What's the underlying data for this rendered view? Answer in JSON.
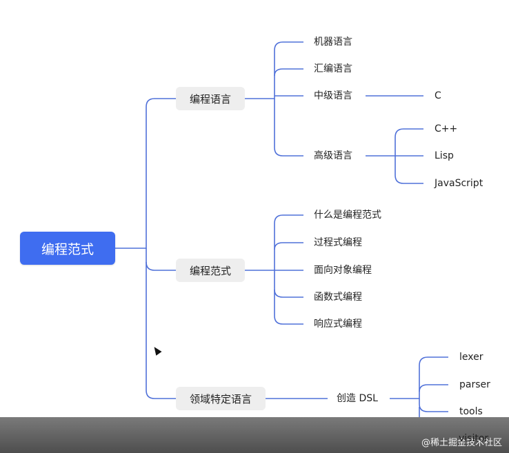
{
  "mindmap": {
    "root": "编程范式",
    "branches": {
      "lang": "编程语言",
      "paradigm": "编程范式",
      "dsl": "领域特定语言"
    },
    "lang_children": {
      "machine": "机器语言",
      "assembly": "汇编语言",
      "mid_level": "中级语言",
      "high_level": "高级语言"
    },
    "mid_level_children": {
      "c": "C"
    },
    "high_level_children": {
      "cpp": "C++",
      "lisp": "Lisp",
      "js": "JavaScript"
    },
    "paradigm_children": {
      "what": "什么是编程范式",
      "procedural": "过程式编程",
      "oop": "面向对象编程",
      "functional": "函数式编程",
      "reactive": "响应式编程"
    },
    "dsl_children": {
      "create": "创造 DSL"
    },
    "create_dsl_children": {
      "lexer": "lexer",
      "parser": "parser",
      "tools": "tools",
      "visitor": "visitor"
    }
  },
  "overlay": {
    "credit": "@稀土掘金技术社区"
  },
  "colors": {
    "accent": "#3f6df0",
    "line": "#4f70d9",
    "pill": "#eeeeee"
  }
}
